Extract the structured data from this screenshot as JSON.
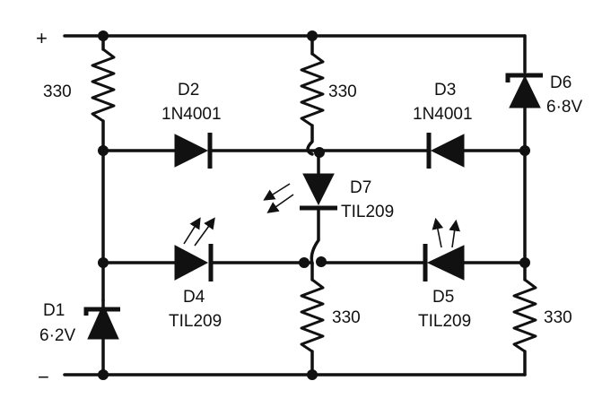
{
  "terminals": {
    "positive": "+",
    "negative": "−"
  },
  "resistors": {
    "r_top_left": "330",
    "r_top_center": "330",
    "r_bottom_center": "330",
    "r_bottom_right": "330"
  },
  "diodes": {
    "d1": {
      "name": "D1",
      "value": "6·2V"
    },
    "d2": {
      "name": "D2",
      "value": "1N4001"
    },
    "d3": {
      "name": "D3",
      "value": "1N4001"
    },
    "d4": {
      "name": "D4",
      "value": "TIL209"
    },
    "d5": {
      "name": "D5",
      "value": "TIL209"
    },
    "d6": {
      "name": "D6",
      "value": "6·8V"
    },
    "d7": {
      "name": "D7",
      "value": "TIL209"
    }
  }
}
